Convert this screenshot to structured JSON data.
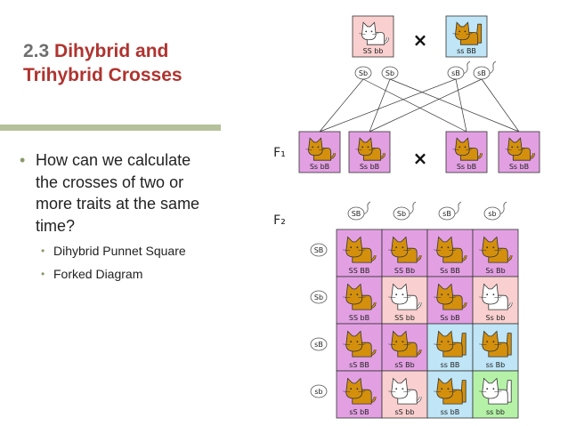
{
  "slide": {
    "title_number": "2.3",
    "title_text": "Dihybrid and Trihybrid Crosses",
    "bullet_main": "How can we calculate the crosses of two or more traits at the same time?",
    "sub_bullets": [
      "Dihybrid Punnet Square",
      "Forked Diagram"
    ]
  },
  "figure": {
    "cross_symbol": "×",
    "parents": [
      {
        "genotype": "SS bb",
        "bg": "#f9d0cf",
        "cat": "white",
        "tail": "short"
      },
      {
        "genotype": "ss BB",
        "bg": "#bfe5f6",
        "cat": "orange",
        "tail": "long"
      }
    ],
    "parent_gametes": [
      {
        "label": "Sb",
        "tail": false
      },
      {
        "label": "Sb",
        "tail": false
      },
      {
        "label": "sB",
        "tail": true
      },
      {
        "label": "sB",
        "tail": true
      }
    ],
    "f1_label": "F₁",
    "f1": [
      {
        "genotype": "Ss bB",
        "bg": "#e2a0e2",
        "cat": "orange",
        "tail": "short"
      },
      {
        "genotype": "Ss bB",
        "bg": "#e2a0e2",
        "cat": "orange",
        "tail": "short"
      },
      {
        "genotype": "Ss bB",
        "bg": "#e2a0e2",
        "cat": "orange",
        "tail": "short"
      },
      {
        "genotype": "Ss bB",
        "bg": "#e2a0e2",
        "cat": "orange",
        "tail": "short"
      }
    ],
    "f2_label": "F₂",
    "f2_col_gametes": [
      {
        "label": "SB",
        "tail": true
      },
      {
        "label": "Sb",
        "tail": true
      },
      {
        "label": "sB",
        "tail": true
      },
      {
        "label": "sb",
        "tail": true
      }
    ],
    "f2_row_gametes": [
      "SB",
      "Sb",
      "sB",
      "sb"
    ],
    "f2_grid": [
      [
        {
          "genotype": "SS BB",
          "bg": "#e2a0e2",
          "cat": "orange",
          "tail": "short"
        },
        {
          "genotype": "SS Bb",
          "bg": "#e2a0e2",
          "cat": "orange",
          "tail": "short"
        },
        {
          "genotype": "Ss BB",
          "bg": "#e2a0e2",
          "cat": "orange",
          "tail": "short"
        },
        {
          "genotype": "Ss Bb",
          "bg": "#e2a0e2",
          "cat": "orange",
          "tail": "short"
        }
      ],
      [
        {
          "genotype": "SS bB",
          "bg": "#e2a0e2",
          "cat": "orange",
          "tail": "short"
        },
        {
          "genotype": "SS bb",
          "bg": "#f9d0cf",
          "cat": "white",
          "tail": "short"
        },
        {
          "genotype": "Ss bB",
          "bg": "#e2a0e2",
          "cat": "orange",
          "tail": "short"
        },
        {
          "genotype": "Ss bb",
          "bg": "#f9d0cf",
          "cat": "white",
          "tail": "short"
        }
      ],
      [
        {
          "genotype": "sS BB",
          "bg": "#e2a0e2",
          "cat": "orange",
          "tail": "short"
        },
        {
          "genotype": "sS Bb",
          "bg": "#e2a0e2",
          "cat": "orange",
          "tail": "short"
        },
        {
          "genotype": "ss BB",
          "bg": "#bfe5f6",
          "cat": "orange",
          "tail": "long"
        },
        {
          "genotype": "ss Bb",
          "bg": "#bfe5f6",
          "cat": "orange",
          "tail": "long"
        }
      ],
      [
        {
          "genotype": "sS bB",
          "bg": "#e2a0e2",
          "cat": "orange",
          "tail": "short"
        },
        {
          "genotype": "sS bb",
          "bg": "#f9d0cf",
          "cat": "white",
          "tail": "short"
        },
        {
          "genotype": "ss bB",
          "bg": "#bfe5f6",
          "cat": "orange",
          "tail": "long"
        },
        {
          "genotype": "ss bb",
          "bg": "#b5f2a8",
          "cat": "white",
          "tail": "long"
        }
      ]
    ],
    "colors": {
      "orange_cat": "#d4900c",
      "white_cat": "#ffffff",
      "outline": "#333333"
    }
  }
}
